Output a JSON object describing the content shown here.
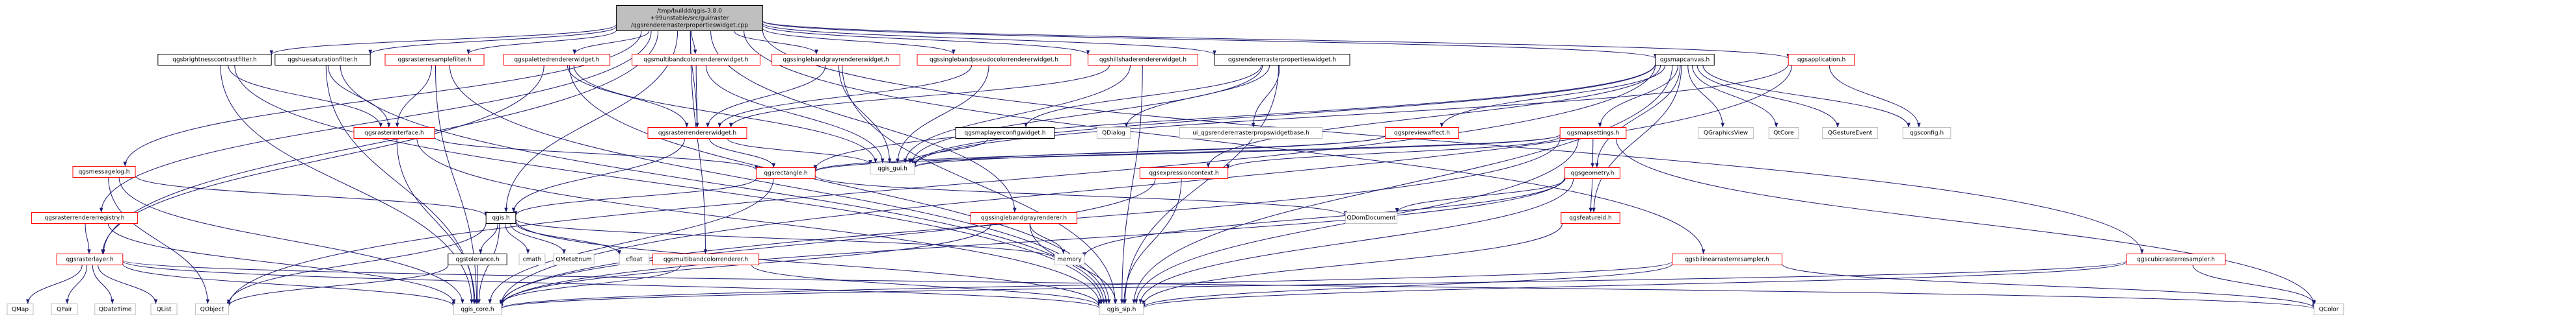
{
  "colors": {
    "root_fill": "#bfbfbf",
    "node_fill": "#ffffff",
    "border_linked": "#ff0000",
    "border_plain": "#000000",
    "border_gray": "#bfbfbf",
    "edge": "#191970",
    "text": "#000000"
  },
  "graph": {
    "root": {
      "id": "root",
      "lines": [
        "/tmp/buildd/qgis-3.8.0",
        "+99unstable/src/gui/raster",
        "/qgsrendererrasterpropertieswidget.cpp"
      ]
    },
    "nodes": [
      {
        "id": "brightness",
        "label": "qgsbrightnesscontrastfilter.h",
        "style": "plain"
      },
      {
        "id": "huesat",
        "label": "qgshuesaturationfilter.h",
        "style": "plain"
      },
      {
        "id": "resample",
        "label": "qgsrasterresamplefilter.h",
        "style": "linked"
      },
      {
        "id": "palette",
        "label": "qgspalettedrendererwidget.h",
        "style": "linked"
      },
      {
        "id": "multiwidget",
        "label": "qgsmultibandcolorrendererwidget.h",
        "style": "linked"
      },
      {
        "id": "singlegraywidget",
        "label": "qgssinglebandgrayrendererwidget.h",
        "style": "linked"
      },
      {
        "id": "pseudowidget",
        "label": "qgssinglebandpseudocolorrendererwidget.h",
        "style": "linked"
      },
      {
        "id": "hillshade",
        "label": "qgshillshaderendererwidget.h",
        "style": "linked"
      },
      {
        "id": "rrpw",
        "label": "qgsrendererrasterpropertieswidget.h",
        "style": "plain"
      },
      {
        "id": "mapcanvas",
        "label": "qgsmapcanvas.h",
        "style": "plain"
      },
      {
        "id": "application",
        "label": "qgsapplication.h",
        "style": "linked"
      },
      {
        "id": "rasterinterface",
        "label": "qgsrasterinterface.h",
        "style": "linked"
      },
      {
        "id": "rasterrendererwidget",
        "label": "qgsrasterrendererwidget.h",
        "style": "linked"
      },
      {
        "id": "messagelog",
        "label": "qgsmessagelog.h",
        "style": "linked"
      },
      {
        "id": "previeweffect",
        "label": "qgspreviewaffect.h",
        "style": "linked"
      },
      {
        "id": "mapsettings",
        "label": "qgsmapsettings.h",
        "style": "linked"
      },
      {
        "id": "maplayerconfig",
        "label": "qgsmaplayerconfigwidget.h",
        "style": "plain"
      },
      {
        "id": "qdialog",
        "label": "QDialog",
        "style": "gray"
      },
      {
        "id": "uiwidgetbase",
        "label": "ui_qgsrendererrasterpropswidgetbase.h",
        "style": "gray"
      },
      {
        "id": "qgraphicsview",
        "label": "QGraphicsView",
        "style": "gray"
      },
      {
        "id": "qtcore",
        "label": "QtCore",
        "style": "gray"
      },
      {
        "id": "qgestureevent",
        "label": "QGestureEvent",
        "style": "gray"
      },
      {
        "id": "qgsconfig",
        "label": "qgsconfig.h",
        "style": "gray"
      },
      {
        "id": "qgsgui",
        "label": "qgis_gui.h",
        "style": "gray"
      },
      {
        "id": "rectangle",
        "label": "qgsrectangle.h",
        "style": "linked"
      },
      {
        "id": "exprcontext",
        "label": "qgsexpressioncontext.h",
        "style": "linked"
      },
      {
        "id": "geometry",
        "label": "qgsgeometry.h",
        "style": "linked"
      },
      {
        "id": "rendererregistry",
        "label": "qgsrasterrendererregistry.h",
        "style": "linked"
      },
      {
        "id": "qgis",
        "label": "qgis.h",
        "style": "plain"
      },
      {
        "id": "singlegrayrenderer",
        "label": "qgssinglebandgrayrenderer.h",
        "style": "linked"
      },
      {
        "id": "qdomdocument",
        "label": "QDomDocument",
        "style": "gray"
      },
      {
        "id": "featureid",
        "label": "qgsfeatureid.h",
        "style": "linked"
      },
      {
        "id": "rasterlayer",
        "label": "qgsrasterlayer.h",
        "style": "linked"
      },
      {
        "id": "tolerance",
        "label": "qgstolerance.h",
        "style": "plain"
      },
      {
        "id": "cmath",
        "label": "cmath",
        "style": "gray"
      },
      {
        "id": "qmetaenum",
        "label": "QMetaEnum",
        "style": "gray"
      },
      {
        "id": "cfloat",
        "label": "cfloat",
        "style": "gray"
      },
      {
        "id": "multirenderer",
        "label": "qgsmultibandcolorrenderer.h",
        "style": "linked"
      },
      {
        "id": "memory",
        "label": "memory",
        "style": "gray"
      },
      {
        "id": "bilinear",
        "label": "qgsbilinearrasterresampler.h",
        "style": "linked"
      },
      {
        "id": "cubic",
        "label": "qgscubicrasterresampler.h",
        "style": "linked"
      },
      {
        "id": "qmap",
        "label": "QMap",
        "style": "gray"
      },
      {
        "id": "qpair",
        "label": "QPair",
        "style": "gray"
      },
      {
        "id": "qdatetime",
        "label": "QDateTime",
        "style": "gray"
      },
      {
        "id": "qlist",
        "label": "QList",
        "style": "gray"
      },
      {
        "id": "qobject",
        "label": "QObject",
        "style": "gray"
      },
      {
        "id": "qgscore",
        "label": "qgis_core.h",
        "style": "gray"
      },
      {
        "id": "qgssip",
        "label": "qgis_sip.h",
        "style": "gray"
      },
      {
        "id": "qcolor",
        "label": "QColor",
        "style": "gray"
      }
    ],
    "edges": [
      [
        "root",
        "brightness"
      ],
      [
        "root",
        "huesat"
      ],
      [
        "root",
        "resample"
      ],
      [
        "root",
        "palette"
      ],
      [
        "root",
        "multiwidget"
      ],
      [
        "root",
        "singlegraywidget"
      ],
      [
        "root",
        "pseudowidget"
      ],
      [
        "root",
        "hillshade"
      ],
      [
        "root",
        "rrpw"
      ],
      [
        "root",
        "mapcanvas"
      ],
      [
        "root",
        "application"
      ],
      [
        "root",
        "messagelog"
      ],
      [
        "root",
        "rendererregistry"
      ],
      [
        "root",
        "rasterlayer"
      ],
      [
        "root",
        "qgis"
      ],
      [
        "root",
        "multirenderer"
      ],
      [
        "root",
        "singlegrayrenderer"
      ],
      [
        "root",
        "bilinear"
      ],
      [
        "root",
        "cubic"
      ],
      [
        "root",
        "rasterrendererwidget"
      ],
      [
        "brightness",
        "rasterinterface"
      ],
      [
        "brightness",
        "qgscore"
      ],
      [
        "brightness",
        "qgssip"
      ],
      [
        "huesat",
        "rasterinterface"
      ],
      [
        "huesat",
        "qgscore"
      ],
      [
        "huesat",
        "qgssip"
      ],
      [
        "resample",
        "rasterinterface"
      ],
      [
        "resample",
        "qgscore"
      ],
      [
        "resample",
        "qgssip"
      ],
      [
        "palette",
        "rasterrendererwidget"
      ],
      [
        "palette",
        "qgsgui"
      ],
      [
        "palette",
        "qgssip"
      ],
      [
        "palette",
        "rasterlayer"
      ],
      [
        "multiwidget",
        "rasterrendererwidget"
      ],
      [
        "multiwidget",
        "qgsgui"
      ],
      [
        "singlegraywidget",
        "rasterrendererwidget"
      ],
      [
        "singlegraywidget",
        "qgsgui"
      ],
      [
        "singlegraywidget",
        "qgssip"
      ],
      [
        "pseudowidget",
        "rasterrendererwidget"
      ],
      [
        "pseudowidget",
        "qgsgui"
      ],
      [
        "hillshade",
        "rasterrendererwidget"
      ],
      [
        "hillshade",
        "qgsgui"
      ],
      [
        "hillshade",
        "qgssip"
      ],
      [
        "rrpw",
        "maplayerconfig"
      ],
      [
        "rrpw",
        "qdialog"
      ],
      [
        "rrpw",
        "uiwidgetbase"
      ],
      [
        "rrpw",
        "qgsgui"
      ],
      [
        "rrpw",
        "qgssip"
      ],
      [
        "mapcanvas",
        "previeweffect"
      ],
      [
        "mapcanvas",
        "mapsettings"
      ],
      [
        "mapcanvas",
        "qgraphicsview"
      ],
      [
        "mapcanvas",
        "qtcore"
      ],
      [
        "mapcanvas",
        "qgestureevent"
      ],
      [
        "mapcanvas",
        "qgsconfig"
      ],
      [
        "mapcanvas",
        "qgsgui"
      ],
      [
        "mapcanvas",
        "rectangle"
      ],
      [
        "mapcanvas",
        "exprcontext"
      ],
      [
        "mapcanvas",
        "geometry"
      ],
      [
        "mapcanvas",
        "featureid"
      ],
      [
        "mapcanvas",
        "qgssip"
      ],
      [
        "mapcanvas",
        "qobject"
      ],
      [
        "application",
        "qgsconfig"
      ],
      [
        "application",
        "qgsgui"
      ],
      [
        "application",
        "qgscore"
      ],
      [
        "rasterinterface",
        "rectangle"
      ],
      [
        "rasterinterface",
        "qgscore"
      ],
      [
        "rasterinterface",
        "qgssip"
      ],
      [
        "rasterrendererwidget",
        "rectangle"
      ],
      [
        "rasterrendererwidget",
        "qgsgui"
      ],
      [
        "rasterrendererwidget",
        "qgis"
      ],
      [
        "messagelog",
        "qgis"
      ],
      [
        "messagelog",
        "qobject"
      ],
      [
        "messagelog",
        "qgscore"
      ],
      [
        "previeweffect",
        "qgsgui"
      ],
      [
        "previeweffect",
        "rectangle"
      ],
      [
        "mapsettings",
        "rectangle"
      ],
      [
        "mapsettings",
        "exprcontext"
      ],
      [
        "mapsettings",
        "geometry"
      ],
      [
        "mapsettings",
        "qgsgui"
      ],
      [
        "mapsettings",
        "qgscore"
      ],
      [
        "mapsettings",
        "qgssip"
      ],
      [
        "mapsettings",
        "qcolor"
      ],
      [
        "maplayerconfig",
        "qgsgui"
      ],
      [
        "rectangle",
        "qgis"
      ],
      [
        "rectangle",
        "qdomdocument"
      ],
      [
        "rectangle",
        "qgscore"
      ],
      [
        "exprcontext",
        "qgscore"
      ],
      [
        "exprcontext",
        "qgssip"
      ],
      [
        "geometry",
        "featureid"
      ],
      [
        "geometry",
        "qdomdocument"
      ],
      [
        "geometry",
        "memory"
      ],
      [
        "geometry",
        "qgscore"
      ],
      [
        "geometry",
        "qgssip"
      ],
      [
        "rendererregistry",
        "rasterlayer"
      ],
      [
        "rendererregistry",
        "qgscore"
      ],
      [
        "qgis",
        "tolerance"
      ],
      [
        "qgis",
        "cmath"
      ],
      [
        "qgis",
        "qmetaenum"
      ],
      [
        "qgis",
        "cfloat"
      ],
      [
        "qgis",
        "memory"
      ],
      [
        "qgis",
        "qgscore"
      ],
      [
        "qgis",
        "qgssip"
      ],
      [
        "qgis",
        "qobject"
      ],
      [
        "singlegrayrenderer",
        "memory"
      ],
      [
        "singlegrayrenderer",
        "qgscore"
      ],
      [
        "singlegrayrenderer",
        "qgssip"
      ],
      [
        "featureid",
        "qgssip"
      ],
      [
        "rasterlayer",
        "qmap"
      ],
      [
        "rasterlayer",
        "qpair"
      ],
      [
        "rasterlayer",
        "qdatetime"
      ],
      [
        "rasterlayer",
        "qlist"
      ],
      [
        "rasterlayer",
        "qgscore"
      ],
      [
        "rasterlayer",
        "qgssip"
      ],
      [
        "rasterlayer",
        "qcolor"
      ],
      [
        "tolerance",
        "qgscore"
      ],
      [
        "tolerance",
        "qobject"
      ],
      [
        "multirenderer",
        "qgscore"
      ],
      [
        "multirenderer",
        "qgssip"
      ],
      [
        "bilinear",
        "qgscore"
      ],
      [
        "bilinear",
        "qgssip"
      ],
      [
        "bilinear",
        "qcolor"
      ],
      [
        "cubic",
        "qgscore"
      ],
      [
        "cubic",
        "qgssip"
      ],
      [
        "cubic",
        "qcolor"
      ]
    ]
  }
}
